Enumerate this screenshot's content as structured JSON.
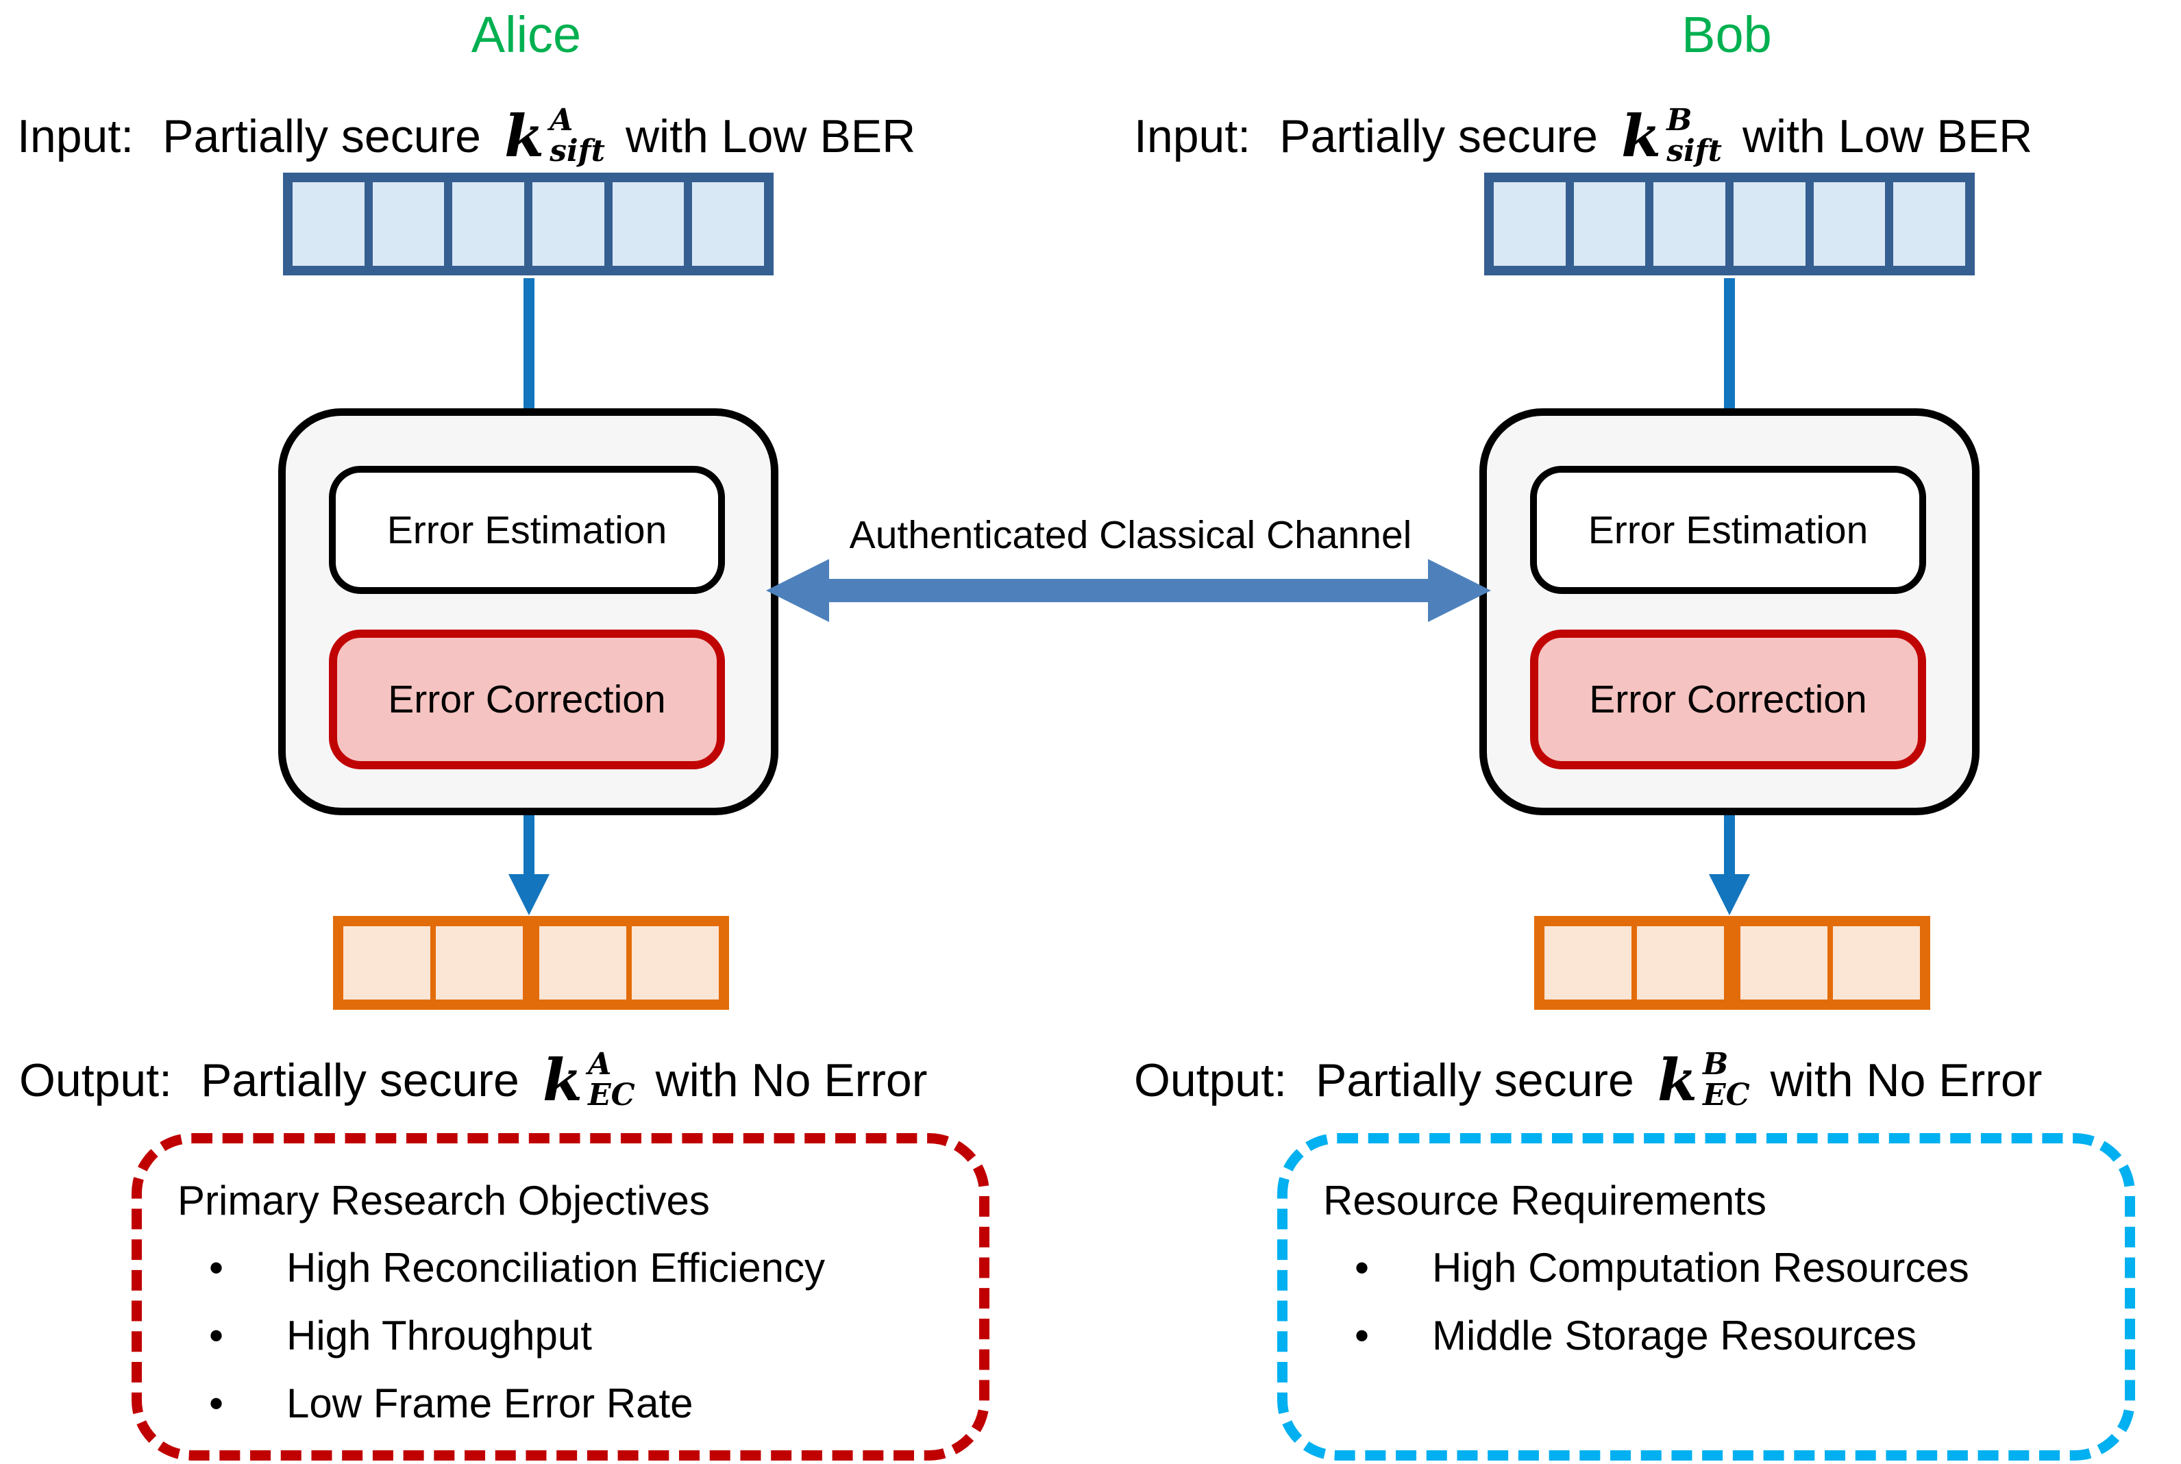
{
  "colors": {
    "party_name_green": "#00B050",
    "flow_arrow_blue": "#1375BD",
    "channel_arrow_blue": "#4E81BB",
    "sifted_key_border": "#365F91",
    "sifted_key_fill": "#D9E8F5",
    "corrected_key_border": "#E36C0A",
    "corrected_key_fill": "#FBE5D4",
    "error_correction_fill": "#F5C3C1",
    "error_correction_border": "#C00000",
    "objectives_box_border": "#C00000",
    "resources_box_border": "#00B0F0"
  },
  "ui": {
    "bullet": "•"
  },
  "channel": {
    "label": "Authenticated Classical Channel"
  },
  "alice": {
    "name": "Alice",
    "input": {
      "prefix": "Input:",
      "descriptor": "Partially secure",
      "key": "k",
      "sup": "A",
      "sub": "sift",
      "suffix": "with Low BER",
      "cells": 6
    },
    "modules": {
      "estimation": "Error Estimation",
      "correction": "Error Correction"
    },
    "output": {
      "prefix": "Output:",
      "descriptor": "Partially secure",
      "key": "k",
      "sup": "A",
      "sub": "EC",
      "suffix": "with No Error",
      "cells": 4
    },
    "notes": {
      "title": "Primary Research Objectives",
      "items": [
        "High Reconciliation Efficiency",
        "High Throughput",
        "Low Frame Error Rate"
      ]
    }
  },
  "bob": {
    "name": "Bob",
    "input": {
      "prefix": "Input:",
      "descriptor": "Partially secure",
      "key": "k",
      "sup": "B",
      "sub": "sift",
      "suffix": "with Low BER",
      "cells": 6
    },
    "modules": {
      "estimation": "Error Estimation",
      "correction": "Error Correction"
    },
    "output": {
      "prefix": "Output:",
      "descriptor": "Partially secure",
      "key": "k",
      "sup": "B",
      "sub": "EC",
      "suffix": "with No Error",
      "cells": 4
    },
    "notes": {
      "title": "Resource Requirements",
      "items": [
        "High Computation Resources",
        "Middle Storage Resources"
      ]
    }
  }
}
